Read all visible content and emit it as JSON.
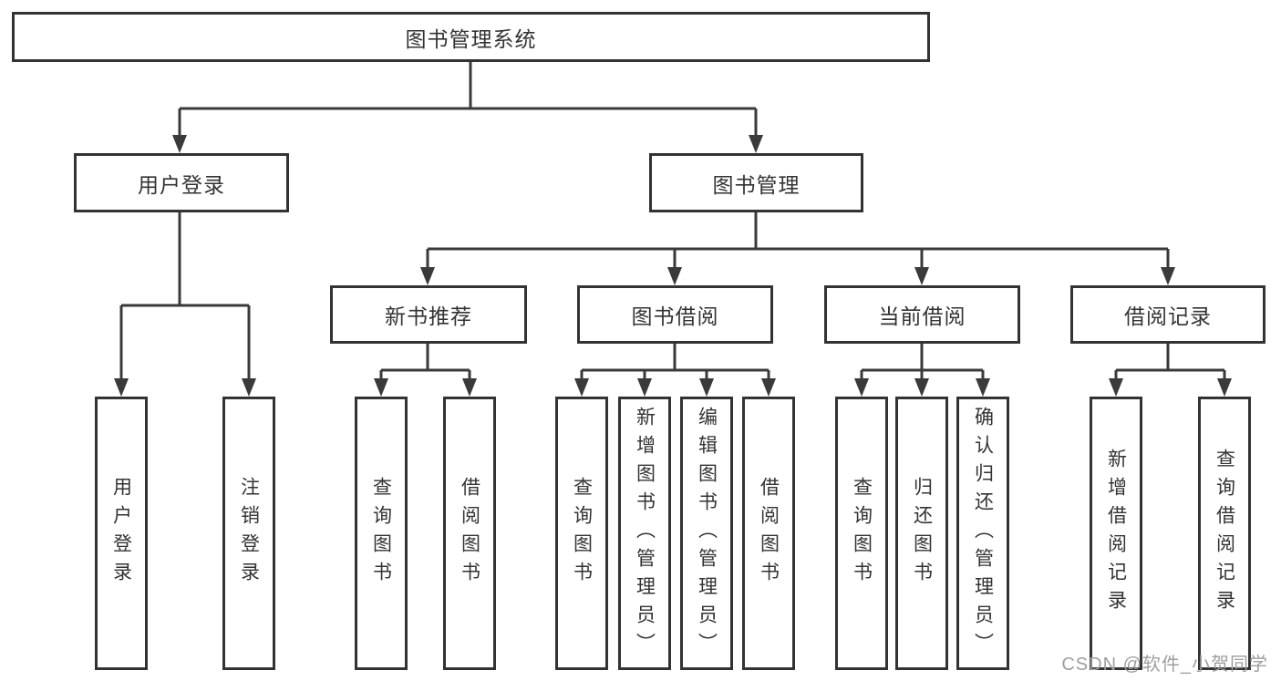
{
  "tree": {
    "root": {
      "label": "图书管理系统",
      "children": [
        {
          "label": "用户登录",
          "children": [
            {
              "label": "用户登录"
            },
            {
              "label": "注销登录"
            }
          ]
        },
        {
          "label": "图书管理",
          "children": [
            {
              "label": "新书推荐",
              "children": [
                {
                  "label": "查询图书"
                },
                {
                  "label": "借阅图书"
                }
              ]
            },
            {
              "label": "图书借阅",
              "children": [
                {
                  "label": "查询图书"
                },
                {
                  "label": "新增图书（管理员）"
                },
                {
                  "label": "编辑图书（管理员）"
                },
                {
                  "label": "借阅图书"
                }
              ]
            },
            {
              "label": "当前借阅",
              "children": [
                {
                  "label": "查询图书"
                },
                {
                  "label": "归还图书"
                },
                {
                  "label": "确认归还（管理员）"
                }
              ]
            },
            {
              "label": "借阅记录",
              "children": [
                {
                  "label": "新增借阅记录"
                },
                {
                  "label": "查询借阅记录"
                }
              ]
            }
          ]
        }
      ]
    }
  },
  "watermark": {
    "text": "CSDN @软件_小贺同学"
  },
  "colors": {
    "line": "#3a3a3a",
    "box_border": "#333333",
    "box_fill": "#ffffff",
    "text": "#333333",
    "watermark": "#9e9e9e",
    "background": "#ffffff"
  }
}
